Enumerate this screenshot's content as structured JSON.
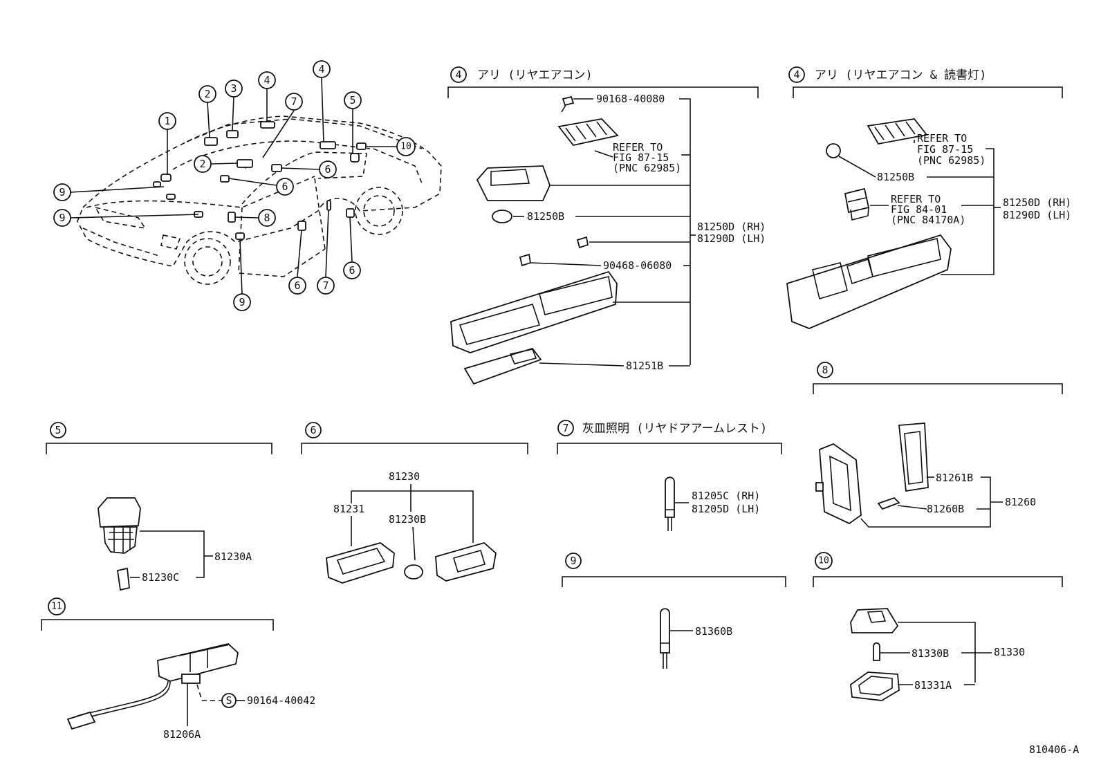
{
  "overview_callouts": [
    "1",
    "2",
    "3",
    "4",
    "2",
    "4",
    "7",
    "5",
    "10",
    "6",
    "6",
    "9",
    "9",
    "8",
    "6",
    "7",
    "6",
    "9"
  ],
  "sections": {
    "s4a": {
      "num": "4",
      "title": "アリ (リヤエアコン)"
    },
    "s4b": {
      "num": "4",
      "title": "アリ (リヤエアコン & 読書灯)"
    },
    "s5": {
      "num": "5",
      "title": ""
    },
    "s6": {
      "num": "6",
      "title": ""
    },
    "s7": {
      "num": "7",
      "title": "灰皿照明 (リヤドアアームレスト)"
    },
    "s8": {
      "num": "8",
      "title": ""
    },
    "s9": {
      "num": "9",
      "title": ""
    },
    "s10": {
      "num": "10",
      "title": ""
    },
    "s11": {
      "num": "11",
      "title": ""
    }
  },
  "parts": {
    "p_90168_40080": "90168-40080",
    "ref_87_15_a": [
      "REFER TO",
      "FIG 87-15",
      "(PNC 62985)"
    ],
    "p_81250B_a": "81250B",
    "p_81250D_a": "81250D (RH)",
    "p_81290D_a": "81290D (LH)",
    "p_90468_06080": "90468-06080",
    "p_81251B": "81251B",
    "ref_87_15_b": [
      "REFER TO",
      "FIG 87-15",
      "(PNC 62985)"
    ],
    "p_81250B_b": "81250B",
    "ref_84_01": [
      "REFER TO",
      "FIG 84-01",
      "(PNC 84170A)"
    ],
    "p_81250D_b": "81250D (RH)",
    "p_81290D_b": "81290D (LH)",
    "p_81230A": "81230A",
    "p_81230C": "81230C",
    "p_81230": "81230",
    "p_81231": "81231",
    "p_81230B": "81230B",
    "p_81205C": "81205C (RH)",
    "p_81205D": "81205D (LH)",
    "p_81261B": "81261B",
    "p_81260B": "81260B",
    "p_81260": "81260",
    "p_81360B": "81360B",
    "p_81330B": "81330B",
    "p_81330": "81330",
    "p_81331A": "81331A",
    "p_90164_40042": "90164-40042",
    "s_mark": "S",
    "p_81206A": "81206A"
  },
  "figure_id": "810406-A"
}
